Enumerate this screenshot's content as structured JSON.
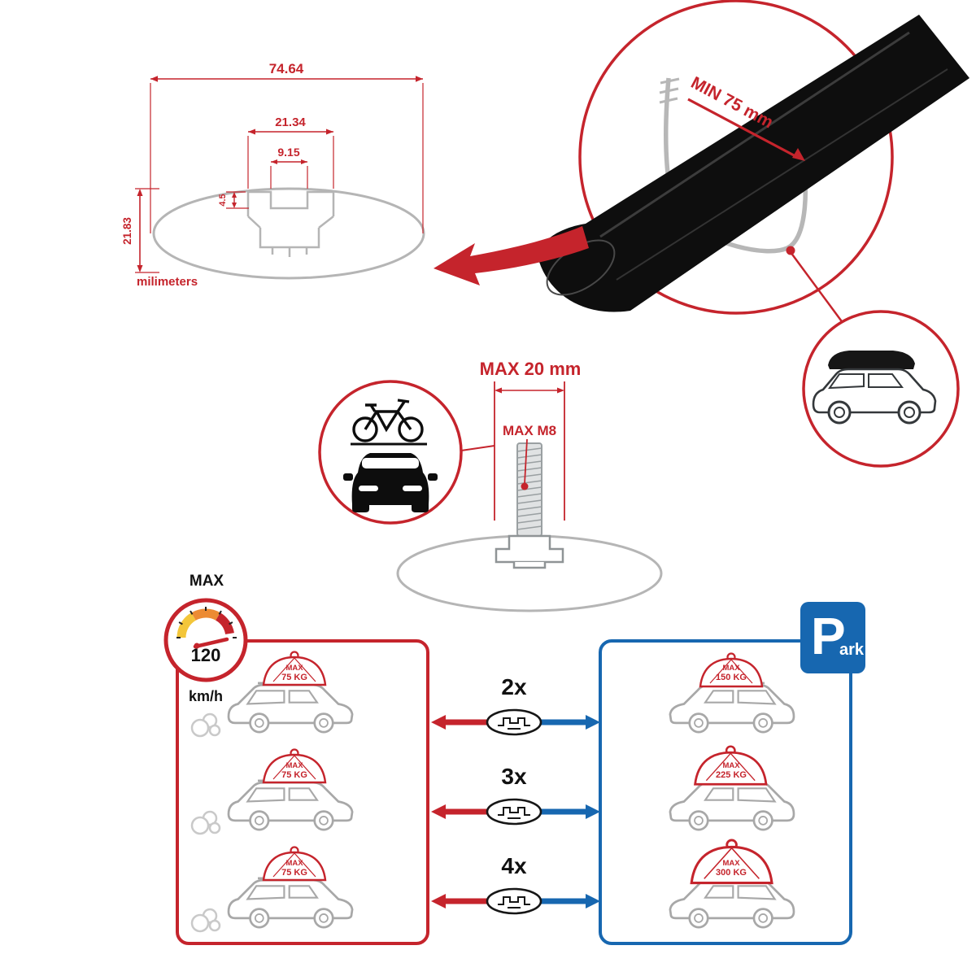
{
  "colors": {
    "red": "#c5242c",
    "blue": "#1767b0",
    "gray": "#b5b5b5",
    "black": "#111111"
  },
  "tech_drawing": {
    "dim_total_width": "74.64",
    "dim_slot_outer": "21.34",
    "dim_slot_inner": "9.15",
    "dim_tab_height": "4.5",
    "dim_total_height": "21.83",
    "units_label": "milimeters"
  },
  "zoom_detail": {
    "min_clearance_label": "MIN 75 mm"
  },
  "bolt_diagram": {
    "max_length_label": "MAX 20 mm",
    "max_thread_label": "MAX M8"
  },
  "speed_limit": {
    "max_label": "MAX",
    "value": "120",
    "unit_label": "km/h"
  },
  "park_sign": {
    "letter": "P",
    "suffix": "ark"
  },
  "capacity_rows": [
    {
      "count_label": "2x",
      "left_max": "MAX",
      "left_kg": "75 KG",
      "right_max": "MAX",
      "right_kg": "150 KG"
    },
    {
      "count_label": "3x",
      "left_max": "MAX",
      "left_kg": "75 KG",
      "right_max": "MAX",
      "right_kg": "225 KG"
    },
    {
      "count_label": "4x",
      "left_max": "MAX",
      "left_kg": "75 KG",
      "right_max": "MAX",
      "right_kg": "300 KG"
    }
  ]
}
